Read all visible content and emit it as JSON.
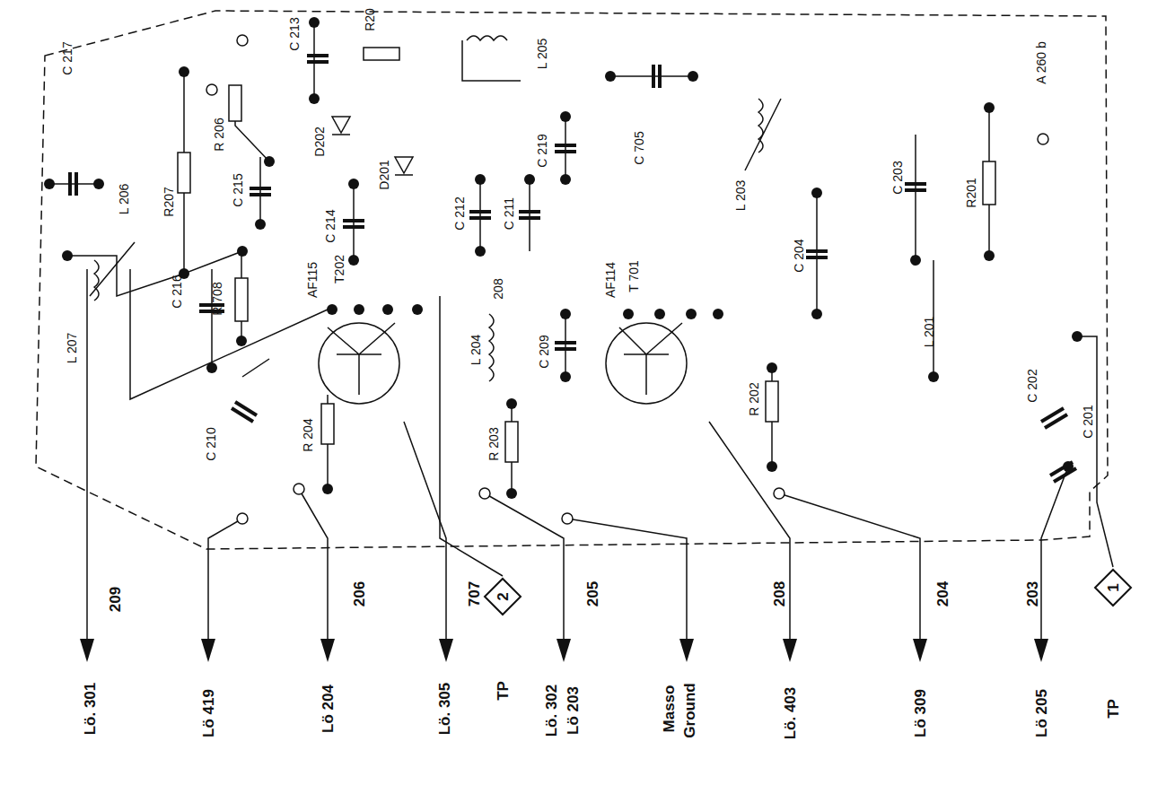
{
  "diagram": {
    "nodes": [
      {
        "text": [
          "2",
          "TP"
        ]
      },
      {
        "text": [
          "1",
          "TP"
        ]
      }
    ],
    "labels": [
      "C 217",
      "L 206",
      "R207",
      "R 206",
      "C 215",
      "C 213",
      "D202",
      "C 214",
      "R20",
      "D201",
      "C 212",
      "C 211",
      "C 219",
      "L 205",
      "C 705",
      "L 203",
      "C 204",
      "C 203",
      "R201",
      "A 260 b",
      "AF115",
      "T202",
      "AF114",
      "T 701",
      "C 216",
      "R 708",
      "L 207",
      "C 210",
      "R 204",
      "L 204",
      "208",
      "C 209",
      "R 203",
      "R 202",
      "L 201",
      "C 202",
      "C 201",
      "209",
      "206",
      "707",
      "205",
      "208",
      "204",
      "203",
      "Lö. 301",
      "Lö 419",
      "Lö 204",
      "Lö. 305",
      "Lö. 302",
      "Lö 203",
      "Masso",
      "Ground",
      "Lö. 403",
      "Lö 309",
      "Lö 205"
    ]
  }
}
